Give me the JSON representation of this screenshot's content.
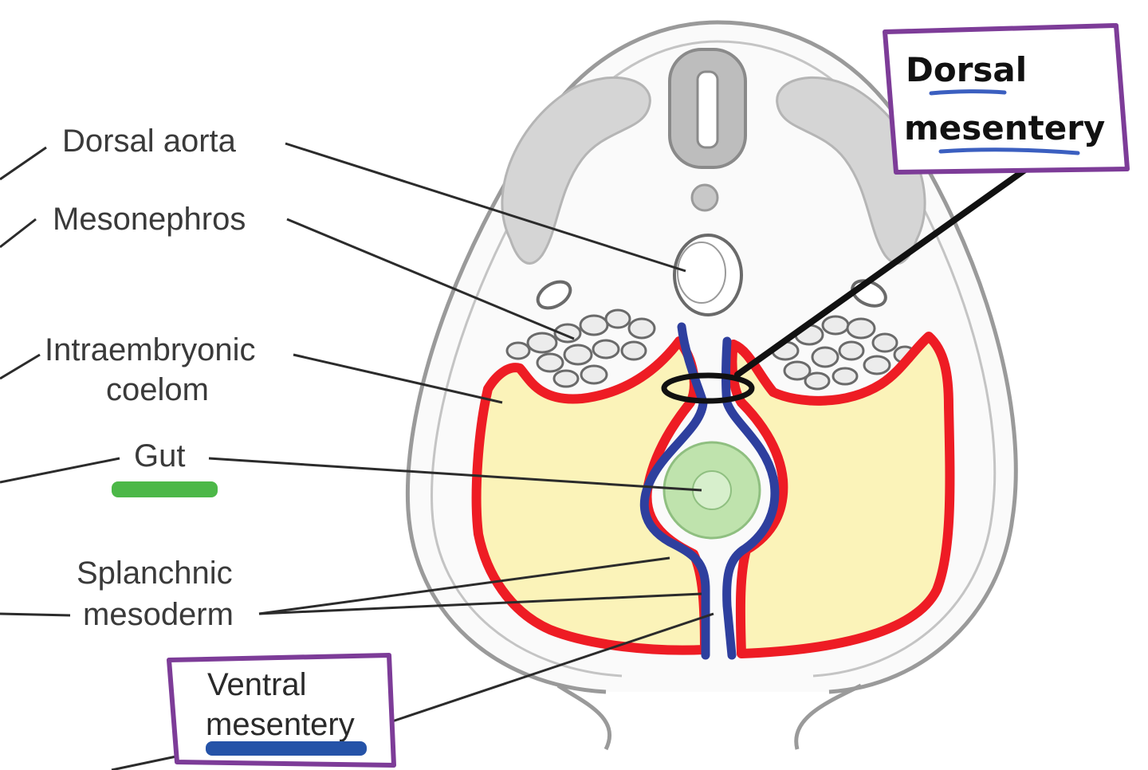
{
  "labels": {
    "dorsal_aorta": "Dorsal aorta",
    "mesonephros": "Mesonephros",
    "intraembryonic_1": "Intraembryonic",
    "intraembryonic_2": "coelom",
    "gut": "Gut",
    "splanchnic_1": "Splanchnic",
    "splanchnic_2": "mesoderm",
    "ventral_1": "Ventral",
    "ventral_2": "mesentery",
    "dorsal_mes_1": "Dorsal",
    "dorsal_mes_2": "mesentery"
  },
  "colors": {
    "coelom_outline": "#ee1c24",
    "coelom_fill": "#fbf3b9",
    "mesentery_outline": "#2e3f9e",
    "gut_fill": "#bfe3ad",
    "gut_marker": "#4cb848",
    "callout_box": "#7d3c98",
    "underline": "#3b5fc0",
    "tissue": "#d2d2d2",
    "outline": "#9a9a9a"
  }
}
